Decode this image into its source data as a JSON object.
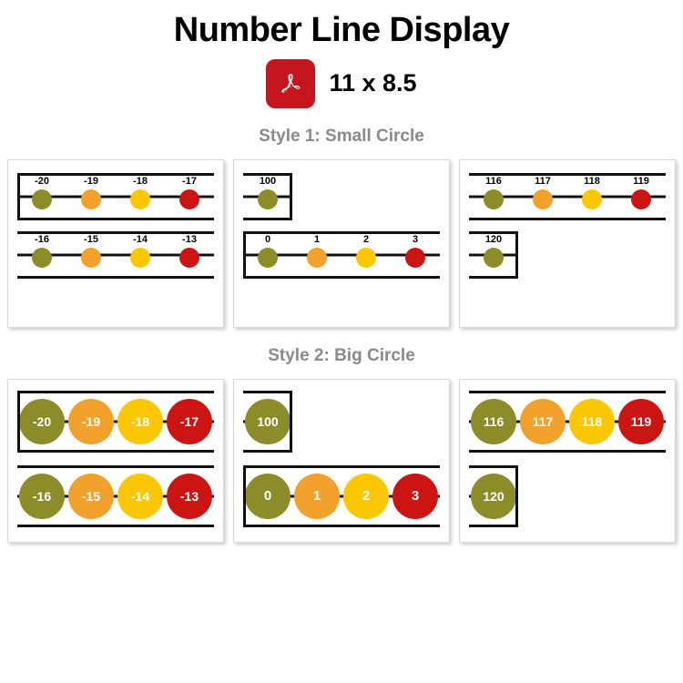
{
  "header": {
    "title": "Number Line Display",
    "doc_size": "11 x 8.5",
    "pdf_icon_name": "pdf-icon",
    "pdf_icon_color": "#C4161C"
  },
  "colors": {
    "olive": "#8C8C28",
    "orange": "#F2A22C",
    "yellow": "#FBC700",
    "red": "#CC1512",
    "line": "#111111",
    "heading": "#8a8a8a",
    "card_border": "#d8d8d8"
  },
  "sections": [
    {
      "heading": "Style 1: Small Circle",
      "style": "small",
      "cards": [
        {
          "bands": [
            {
              "left_edge": true,
              "right_edge": false,
              "partial": false,
              "ticks": [
                {
                  "label": "-20",
                  "color": "#8C8C28"
                },
                {
                  "label": "-19",
                  "color": "#F2A22C"
                },
                {
                  "label": "-18",
                  "color": "#FBC700"
                },
                {
                  "label": "-17",
                  "color": "#CC1512"
                }
              ]
            },
            {
              "left_edge": false,
              "right_edge": false,
              "partial": false,
              "ticks": [
                {
                  "label": "-16",
                  "color": "#8C8C28"
                },
                {
                  "label": "-15",
                  "color": "#F2A22C"
                },
                {
                  "label": "-14",
                  "color": "#FBC700"
                },
                {
                  "label": "-13",
                  "color": "#CC1512"
                }
              ]
            }
          ]
        },
        {
          "bands": [
            {
              "left_edge": false,
              "right_edge": true,
              "partial": true,
              "ticks": [
                {
                  "label": "100",
                  "color": "#8C8C28"
                }
              ]
            },
            {
              "left_edge": true,
              "right_edge": false,
              "partial": false,
              "ticks": [
                {
                  "label": "0",
                  "color": "#8C8C28"
                },
                {
                  "label": "1",
                  "color": "#F2A22C"
                },
                {
                  "label": "2",
                  "color": "#FBC700"
                },
                {
                  "label": "3",
                  "color": "#CC1512"
                }
              ]
            }
          ]
        },
        {
          "bands": [
            {
              "left_edge": false,
              "right_edge": false,
              "partial": false,
              "ticks": [
                {
                  "label": "116",
                  "color": "#8C8C28"
                },
                {
                  "label": "117",
                  "color": "#F2A22C"
                },
                {
                  "label": "118",
                  "color": "#FBC700"
                },
                {
                  "label": "119",
                  "color": "#CC1512"
                }
              ]
            },
            {
              "left_edge": false,
              "right_edge": true,
              "partial": true,
              "ticks": [
                {
                  "label": "120",
                  "color": "#8C8C28"
                }
              ]
            }
          ]
        }
      ]
    },
    {
      "heading": "Style 2: Big Circle",
      "style": "big",
      "cards": [
        {
          "bands": [
            {
              "left_edge": true,
              "right_edge": false,
              "partial": false,
              "ticks": [
                {
                  "label": "-20",
                  "color": "#8C8C28"
                },
                {
                  "label": "-19",
                  "color": "#F2A22C"
                },
                {
                  "label": "-18",
                  "color": "#FBC700"
                },
                {
                  "label": "-17",
                  "color": "#CC1512"
                }
              ]
            },
            {
              "left_edge": false,
              "right_edge": false,
              "partial": false,
              "ticks": [
                {
                  "label": "-16",
                  "color": "#8C8C28"
                },
                {
                  "label": "-15",
                  "color": "#F2A22C"
                },
                {
                  "label": "-14",
                  "color": "#FBC700"
                },
                {
                  "label": "-13",
                  "color": "#CC1512"
                }
              ]
            }
          ]
        },
        {
          "bands": [
            {
              "left_edge": false,
              "right_edge": true,
              "partial": true,
              "ticks": [
                {
                  "label": "100",
                  "color": "#8C8C28"
                }
              ]
            },
            {
              "left_edge": true,
              "right_edge": false,
              "partial": false,
              "ticks": [
                {
                  "label": "0",
                  "color": "#8C8C28"
                },
                {
                  "label": "1",
                  "color": "#F2A22C"
                },
                {
                  "label": "2",
                  "color": "#FBC700"
                },
                {
                  "label": "3",
                  "color": "#CC1512"
                }
              ]
            }
          ]
        },
        {
          "bands": [
            {
              "left_edge": false,
              "right_edge": false,
              "partial": false,
              "ticks": [
                {
                  "label": "116",
                  "color": "#8C8C28"
                },
                {
                  "label": "117",
                  "color": "#F2A22C"
                },
                {
                  "label": "118",
                  "color": "#FBC700"
                },
                {
                  "label": "119",
                  "color": "#CC1512"
                }
              ]
            },
            {
              "left_edge": false,
              "right_edge": true,
              "partial": true,
              "ticks": [
                {
                  "label": "120",
                  "color": "#8C8C28"
                }
              ]
            }
          ]
        }
      ]
    }
  ]
}
